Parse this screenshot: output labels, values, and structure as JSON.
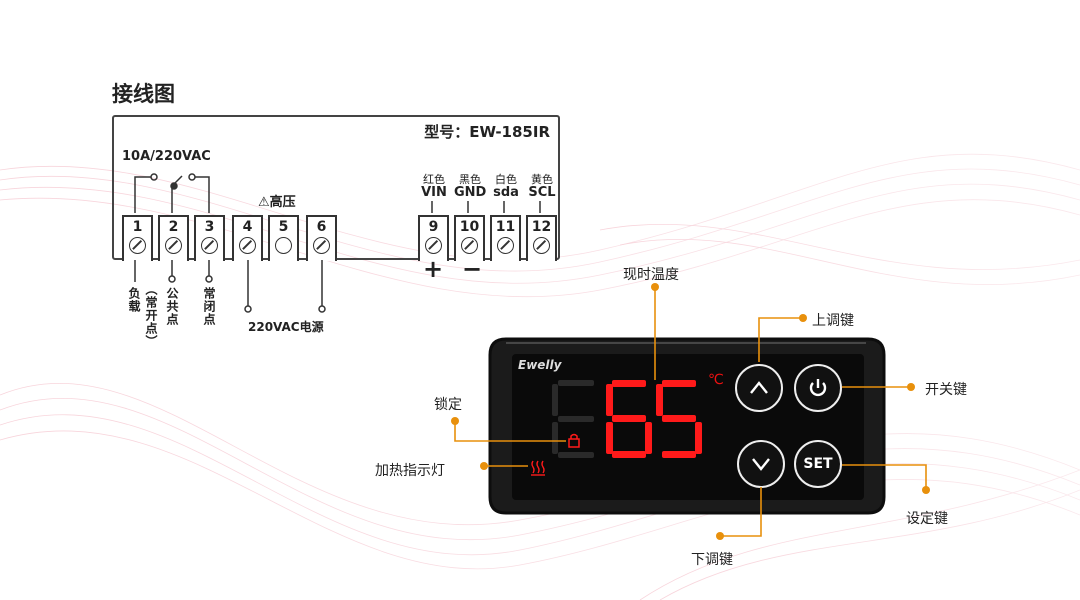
{
  "page": {
    "title": "接线图"
  },
  "wiring": {
    "model": "型号：EW-185IR",
    "rating": "10A/220VAC",
    "high_voltage": "⚠高压",
    "power_label": "220VAC电源",
    "terminals_left": [
      "1",
      "2",
      "3",
      "4",
      "5",
      "6"
    ],
    "terminals_right": [
      "9",
      "10",
      "11",
      "12"
    ],
    "signals": [
      {
        "color": "红色",
        "name": "VIN"
      },
      {
        "color": "黑色",
        "name": "GND"
      },
      {
        "color": "白色",
        "name": "sda"
      },
      {
        "color": "黄色",
        "name": "SCL"
      }
    ],
    "contact_labels": {
      "load": "负载",
      "no": "（常开点）",
      "com": "公共点",
      "nc": "常闭点"
    },
    "polarity": {
      "plus": "+",
      "minus": "−"
    }
  },
  "controller": {
    "brand": "Ewelly",
    "display_value": "65",
    "unit": "℃",
    "set_label": "SET"
  },
  "callouts": {
    "temp": "现时温度",
    "up": "上调键",
    "power": "开关键",
    "lock": "锁定",
    "heat": "加热指示灯",
    "set": "设定键",
    "down": "下调键"
  },
  "colors": {
    "accent": "#e8900c",
    "segment": "#ff1a1a",
    "bezel": "#161616"
  }
}
